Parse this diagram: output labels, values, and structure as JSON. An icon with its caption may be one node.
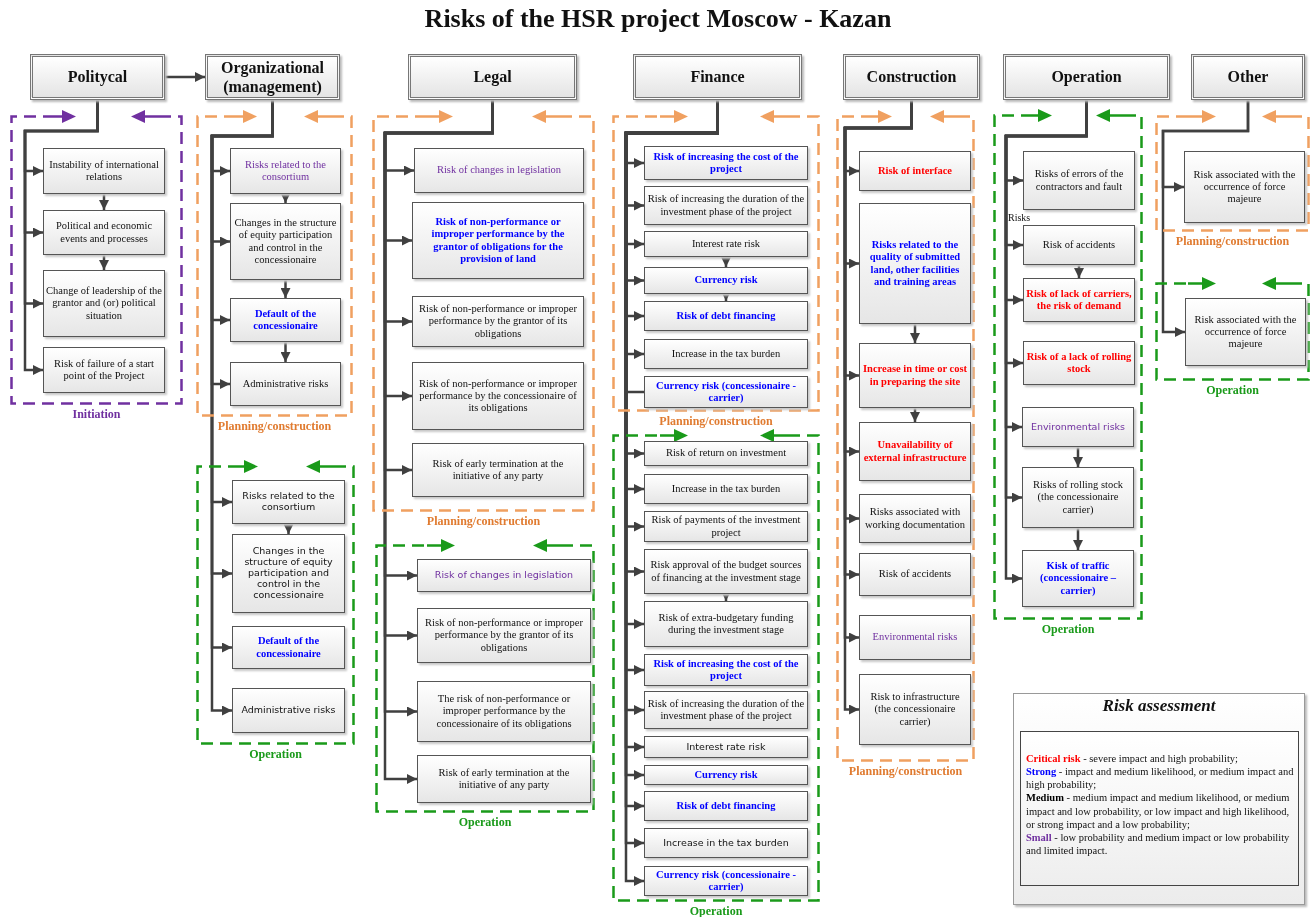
{
  "diagram": {
    "title": "Risks of the HSR project Moscow - Kazan",
    "nodes": [
      {
        "text": [
          "Politycal"
        ]
      },
      {
        "text": [
          "Organizational (management)"
        ]
      },
      {
        "text": [
          "Legal"
        ]
      },
      {
        "text": [
          "Finance"
        ]
      },
      {
        "text": [
          "Construction"
        ]
      },
      {
        "text": [
          "Operation"
        ]
      },
      {
        "text": [
          "Other"
        ]
      },
      {
        "text": [
          "Initiation"
        ]
      },
      {
        "text": [
          "Instability of international relations"
        ],
        "in": 7
      },
      {
        "text": [
          "Political and economic events and processes"
        ],
        "in": 7
      },
      {
        "text": [
          "Change of leadership of the grantor and (or) political situation"
        ],
        "in": 7
      },
      {
        "text": [
          "Risk of failure of a start point of the Project"
        ],
        "in": 7
      },
      {
        "text": [
          "Planning/construction"
        ]
      },
      {
        "text": [
          "Risks related to the consortium"
        ],
        "in": 12
      },
      {
        "text": [
          "Changes in the structure of equity participation and control in the concessionaire"
        ],
        "in": 12
      },
      {
        "text": [
          "Default of the concessionaire"
        ],
        "in": 12
      },
      {
        "text": [
          "Administrative risks"
        ],
        "in": 12
      },
      {
        "text": [
          "Operation"
        ]
      },
      {
        "text": [
          "Risks related to the consortium"
        ],
        "in": 17
      },
      {
        "text": [
          "Changes in the structure of equity participation and control in the concessionaire"
        ],
        "in": 17
      },
      {
        "text": [
          "Default of the concessionaire"
        ],
        "in": 17
      },
      {
        "text": [
          "Administrative risks"
        ],
        "in": 17
      },
      {
        "text": [
          "Planning/construction"
        ]
      },
      {
        "text": [
          "Risk of changes in legislation"
        ],
        "in": 22
      },
      {
        "text": [
          "Risk of non-performance or improper performance by the grantor of obligations for the provision of land"
        ],
        "in": 22
      },
      {
        "text": [
          "Risk of non-performance or improper performance by the grantor of its obligations"
        ],
        "in": 22
      },
      {
        "text": [
          "Risk of non-performance or improper performance by the concessionaire of its obligations"
        ],
        "in": 22
      },
      {
        "text": [
          "Risk of early termination at the initiative of any party"
        ],
        "in": 22
      },
      {
        "text": [
          "Operation"
        ]
      },
      {
        "text": [
          "Risk of changes in legislation"
        ],
        "in": 28
      },
      {
        "text": [
          "Risk of non-performance or improper performance by the grantor of its obligations"
        ],
        "in": 28
      },
      {
        "text": [
          "The risk of non-performance or improper performance by the concessionaire of its obligations"
        ],
        "in": 28
      },
      {
        "text": [
          "Risk of early termination at the initiative of any party"
        ],
        "in": 28
      },
      {
        "text": [
          "Planning/construction"
        ]
      },
      {
        "text": [
          "Risk of increasing the cost of the project"
        ],
        "in": 33
      },
      {
        "text": [
          "Risk of increasing the duration of the investment phase of the project"
        ],
        "in": 33
      },
      {
        "text": [
          "Interest rate risk"
        ],
        "in": 33
      },
      {
        "text": [
          "Currency risk"
        ],
        "in": 33
      },
      {
        "text": [
          "Risk of debt financing"
        ],
        "in": 33
      },
      {
        "text": [
          "Increase in the tax burden"
        ],
        "in": 33
      },
      {
        "text": [
          "Currency risk (concessionaire - carrier)"
        ],
        "in": 33
      },
      {
        "text": [
          "Operation"
        ]
      },
      {
        "text": [
          "Risk of return on investment"
        ],
        "in": 41
      },
      {
        "text": [
          "Increase in the tax burden"
        ],
        "in": 41
      },
      {
        "text": [
          "Risk of payments of the investment project"
        ],
        "in": 41
      },
      {
        "text": [
          "Risk approval of the budget sources of financing at the investment stage"
        ],
        "in": 41
      },
      {
        "text": [
          "Risk of extra-budgetary funding during the investment stage"
        ],
        "in": 41
      },
      {
        "text": [
          "Risk of increasing the cost of the project"
        ],
        "in": 41
      },
      {
        "text": [
          "Risk of increasing the duration of the investment phase of the project"
        ],
        "in": 41
      },
      {
        "text": [
          "Interest rate risk"
        ],
        "in": 41
      },
      {
        "text": [
          "Currency risk"
        ],
        "in": 41
      },
      {
        "text": [
          "Risk of debt financing"
        ],
        "in": 41
      },
      {
        "text": [
          "Increase in the tax burden"
        ],
        "in": 41
      },
      {
        "text": [
          "Currency risk (concessionaire - carrier)"
        ],
        "in": 41
      },
      {
        "text": [
          "Planning/construction"
        ]
      },
      {
        "text": [
          "Risk of interface"
        ],
        "in": 54
      },
      {
        "text": [
          "Risks related to the quality of submitted land, other facilities and training areas"
        ],
        "in": 54
      },
      {
        "text": [
          "Increase in time or cost in preparing the site"
        ],
        "in": 54
      },
      {
        "text": [
          "Unavailability of external infrastructure"
        ],
        "in": 54
      },
      {
        "text": [
          "Risks associated with working documentation"
        ],
        "in": 54
      },
      {
        "text": [
          "Risk of accidents"
        ],
        "in": 54
      },
      {
        "text": [
          "Environmental risks"
        ],
        "in": 54
      },
      {
        "text": [
          "Risk to infrastructure (the concessionaire carrier)"
        ],
        "in": 54
      },
      {
        "text": [
          "Operation"
        ]
      },
      {
        "text": [
          "Risks of errors of the contractors and fault"
        ],
        "in": 63
      },
      {
        "text": [
          "Risk of accidents"
        ],
        "in": 63
      },
      {
        "text": [
          "Risk of lack of carriers, the risk of demand"
        ],
        "in": 63
      },
      {
        "text": [
          "Risk of a lack of rolling stock"
        ],
        "in": 63
      },
      {
        "text": [
          "Environmental risks"
        ],
        "in": 63
      },
      {
        "text": [
          "Risks of rolling stock (the concessionaire carrier)"
        ],
        "in": 63
      },
      {
        "text": [
          "Kisk of traffic (concessionaire – carrier)"
        ],
        "in": 63
      },
      {
        "text": [
          "Planning/construction"
        ]
      },
      {
        "text": [
          "Risk associated with the occurrence of force majeure"
        ],
        "in": 71
      },
      {
        "text": [
          "Operation"
        ]
      },
      {
        "text": [
          "Risk associated with the occurrence of force majeure"
        ],
        "in": 73
      },
      {
        "text": [
          "Risk assessment"
        ]
      }
    ],
    "edges": [
      {
        "from": 0,
        "to": 1,
        "arrow": "to"
      },
      {
        "from": 0,
        "to": 8,
        "arrow": "to"
      },
      {
        "from": 0,
        "to": 9,
        "arrow": "to"
      },
      {
        "from": 0,
        "to": 10,
        "arrow": "to"
      },
      {
        "from": 0,
        "to": 11,
        "arrow": "to"
      },
      {
        "from": 8,
        "to": 9,
        "arrow": "to"
      },
      {
        "from": 9,
        "to": 10,
        "arrow": "to"
      },
      {
        "from": 1,
        "to": 13,
        "arrow": "to"
      },
      {
        "from": 1,
        "to": 14,
        "arrow": "to"
      },
      {
        "from": 1,
        "to": 15,
        "arrow": "to"
      },
      {
        "from": 1,
        "to": 16,
        "arrow": "to"
      },
      {
        "from": 13,
        "to": 14,
        "arrow": "to"
      },
      {
        "from": 14,
        "to": 15,
        "arrow": "to"
      },
      {
        "from": 15,
        "to": 16,
        "arrow": "to"
      },
      {
        "from": 1,
        "to": 18,
        "arrow": "to"
      },
      {
        "from": 1,
        "to": 19,
        "arrow": "to"
      },
      {
        "from": 1,
        "to": 20,
        "arrow": "to"
      },
      {
        "from": 1,
        "to": 21,
        "arrow": "to"
      },
      {
        "from": 18,
        "to": 19,
        "arrow": "to"
      },
      {
        "from": 2,
        "to": 23,
        "arrow": "to"
      },
      {
        "from": 2,
        "to": 24,
        "arrow": "to"
      },
      {
        "from": 2,
        "to": 25,
        "arrow": "to"
      },
      {
        "from": 2,
        "to": 26,
        "arrow": "to"
      },
      {
        "from": 2,
        "to": 27,
        "arrow": "to"
      },
      {
        "from": 2,
        "to": 29,
        "arrow": "to"
      },
      {
        "from": 2,
        "to": 30,
        "arrow": "to"
      },
      {
        "from": 2,
        "to": 31,
        "arrow": "to"
      },
      {
        "from": 2,
        "to": 32,
        "arrow": "to"
      },
      {
        "from": 3,
        "to": 34,
        "arrow": "to"
      },
      {
        "from": 3,
        "to": 35,
        "arrow": "to"
      },
      {
        "from": 3,
        "to": 36,
        "arrow": "to"
      },
      {
        "from": 3,
        "to": 37,
        "arrow": "to"
      },
      {
        "from": 3,
        "to": 38,
        "arrow": "to"
      },
      {
        "from": 3,
        "to": 39,
        "arrow": "to"
      },
      {
        "from": 3,
        "to": 40,
        "arrow": "none"
      },
      {
        "from": 36,
        "to": 37,
        "arrow": "to"
      },
      {
        "from": 37,
        "to": 38,
        "arrow": "to"
      },
      {
        "from": 3,
        "to": 42,
        "arrow": "to"
      },
      {
        "from": 3,
        "to": 43,
        "arrow": "to"
      },
      {
        "from": 3,
        "to": 44,
        "arrow": "to"
      },
      {
        "from": 3,
        "to": 45,
        "arrow": "to"
      },
      {
        "from": 3,
        "to": 46,
        "arrow": "to"
      },
      {
        "from": 3,
        "to": 47,
        "arrow": "to"
      },
      {
        "from": 3,
        "to": 48,
        "arrow": "to"
      },
      {
        "from": 3,
        "to": 49,
        "arrow": "to"
      },
      {
        "from": 3,
        "to": 50,
        "arrow": "to"
      },
      {
        "from": 3,
        "to": 51,
        "arrow": "to"
      },
      {
        "from": 3,
        "to": 52,
        "arrow": "to"
      },
      {
        "from": 3,
        "to": 53,
        "arrow": "to"
      },
      {
        "from": 45,
        "to": 46,
        "arrow": "to"
      },
      {
        "from": 4,
        "to": 55,
        "arrow": "to"
      },
      {
        "from": 4,
        "to": 56,
        "arrow": "to"
      },
      {
        "from": 4,
        "to": 57,
        "arrow": "to"
      },
      {
        "from": 4,
        "to": 58,
        "arrow": "to"
      },
      {
        "from": 4,
        "to": 59,
        "arrow": "to"
      },
      {
        "from": 4,
        "to": 60,
        "arrow": "to"
      },
      {
        "from": 4,
        "to": 61,
        "arrow": "to"
      },
      {
        "from": 4,
        "to": 62,
        "arrow": "to"
      },
      {
        "from": 56,
        "to": 57,
        "arrow": "to"
      },
      {
        "from": 57,
        "to": 58,
        "arrow": "to"
      },
      {
        "from": 5,
        "to": 64,
        "arrow": "to"
      },
      {
        "from": 5,
        "to": 65,
        "arrow": "to"
      },
      {
        "from": 5,
        "to": 66,
        "arrow": "to"
      },
      {
        "from": 5,
        "to": 67,
        "arrow": "to"
      },
      {
        "from": 5,
        "to": 68,
        "arrow": "to"
      },
      {
        "from": 5,
        "to": 69,
        "arrow": "to"
      },
      {
        "from": 5,
        "to": 70,
        "arrow": "to"
      },
      {
        "from": 65,
        "to": 66,
        "arrow": "to"
      },
      {
        "from": 68,
        "to": 69,
        "arrow": "to"
      },
      {
        "from": 69,
        "to": 70,
        "arrow": "to"
      },
      {
        "from": 6,
        "to": 72,
        "arrow": "to"
      },
      {
        "from": 6,
        "to": 74,
        "arrow": "to"
      }
    ],
    "labels": [
      "Risks"
    ],
    "legend": [
      {
        "text": "Critical risk - severe impact and high probability;",
        "color": "#ff0000"
      },
      {
        "text": "Strong - impact and medium likelihood, or medium impact and high probability;",
        "color": "#0000ff"
      },
      {
        "text": "Medium - medium impact and medium likelihood, or medium impact and low probability, or low impact and high likelihood, or strong impact and a low probability;",
        "color": "#000000"
      },
      {
        "text": "Small - low probability and medium impact or low probability and limited impact.",
        "color": "#7030a0"
      }
    ]
  }
}
